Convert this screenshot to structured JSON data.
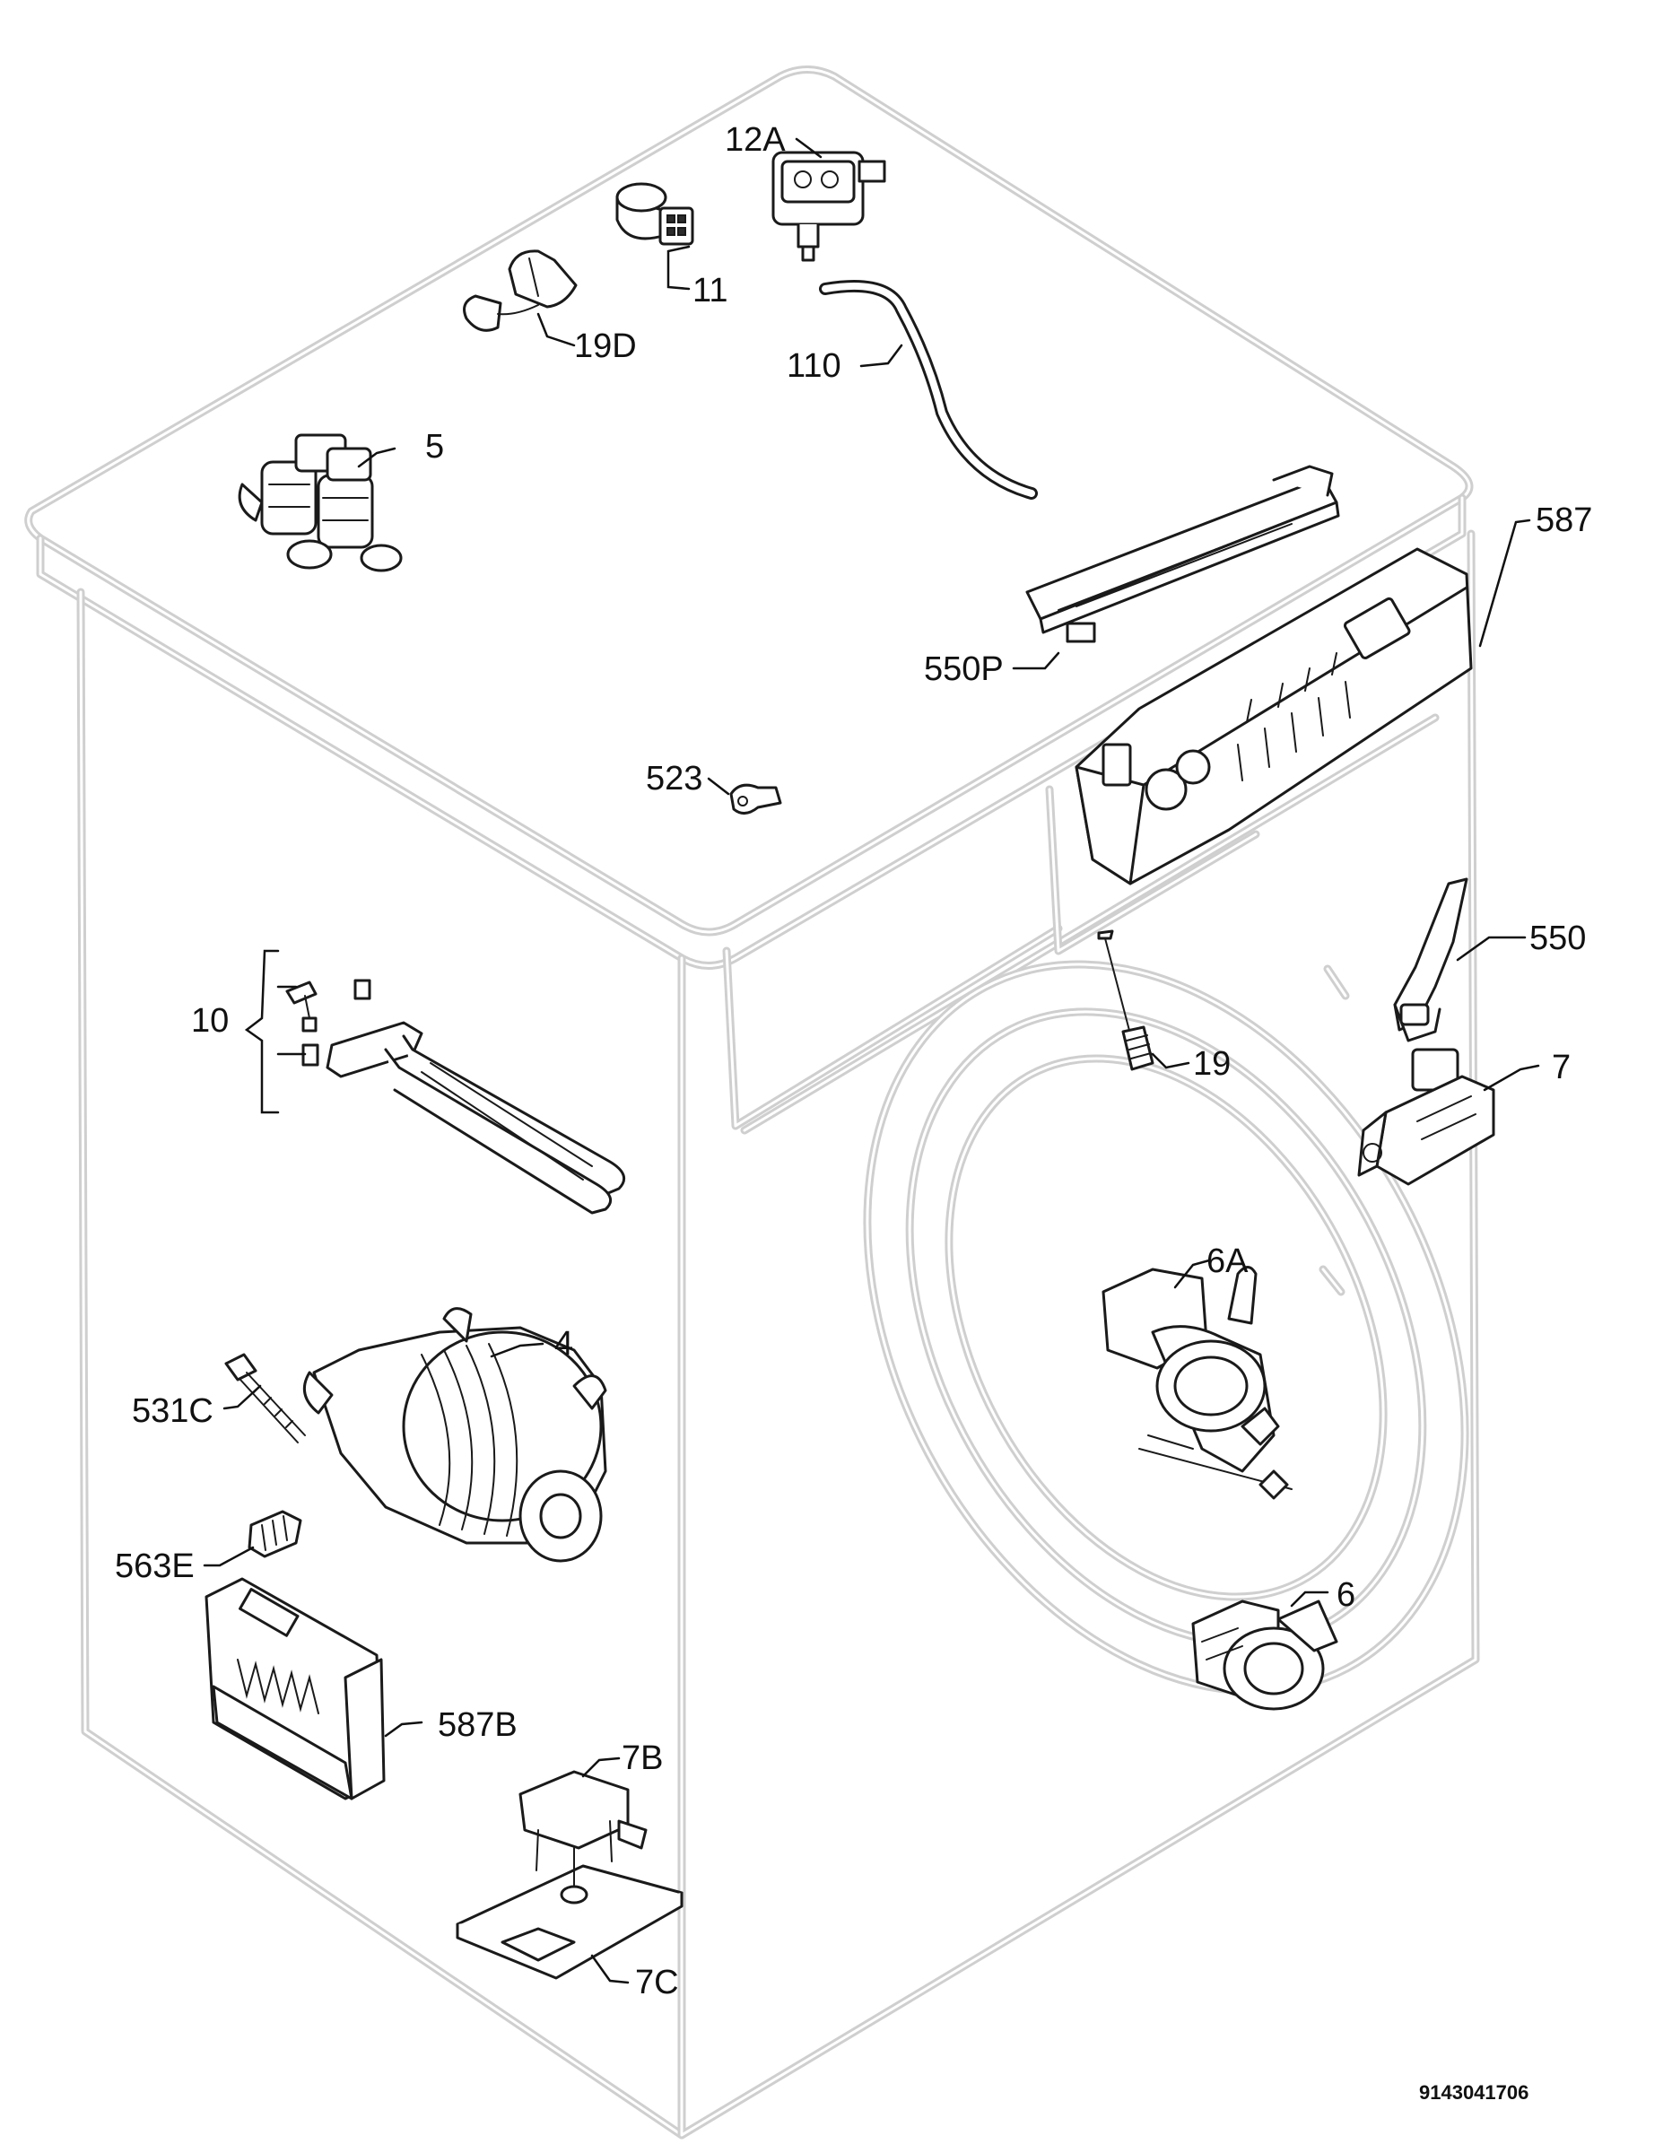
{
  "diagram": {
    "document_number": "9143041706",
    "callouts": {
      "c12A": "12A",
      "c11": "11",
      "c19D": "19D",
      "c110": "110",
      "c5": "5",
      "c587": "587",
      "c550P": "550P",
      "c523": "523",
      "c550": "550",
      "c10": "10",
      "c19": "19",
      "c7": "7",
      "c6A": "6A",
      "c4": "4",
      "c531C": "531C",
      "c563E": "563E",
      "c6": "6",
      "c587B": "587B",
      "c7B": "7B",
      "c7C": "7C"
    }
  }
}
